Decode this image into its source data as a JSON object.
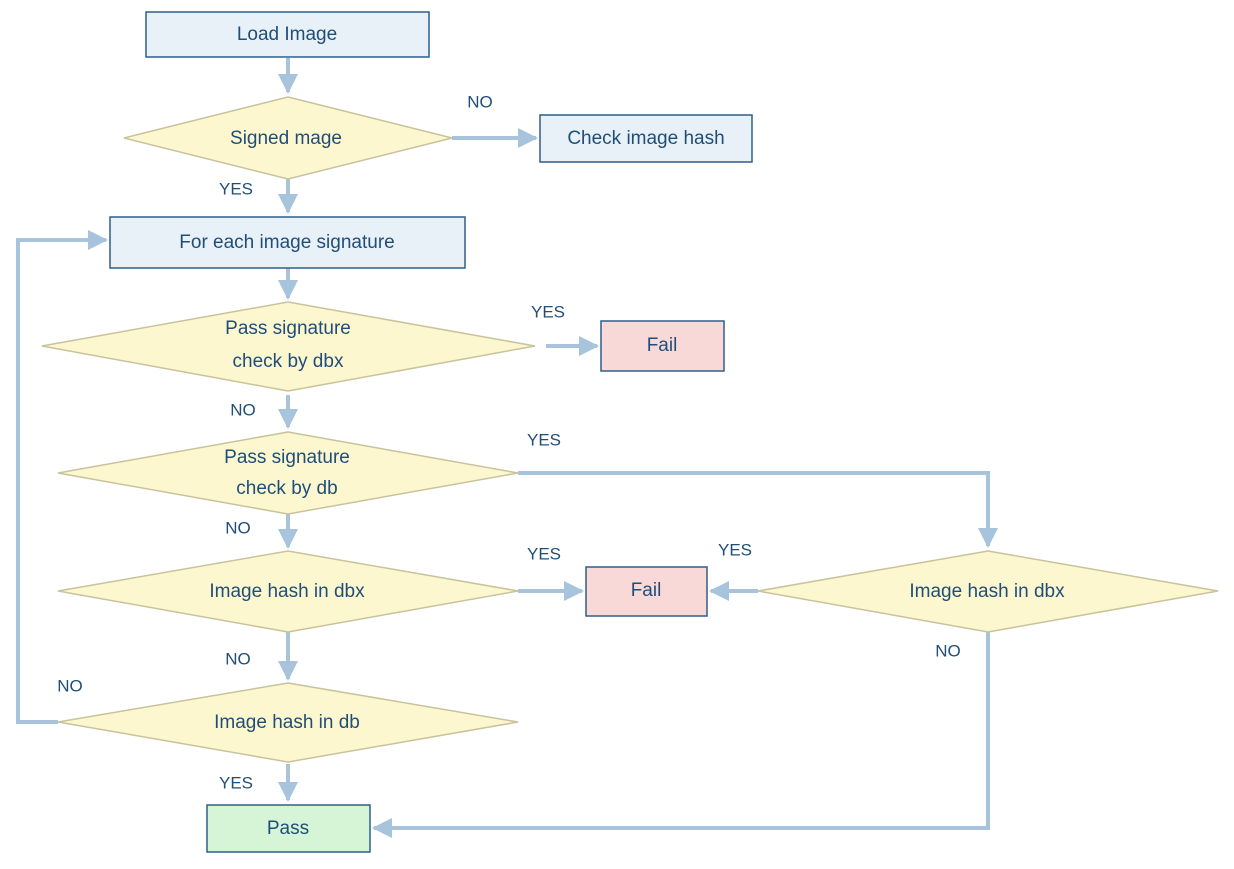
{
  "colors": {
    "process_fill": "#e8f0f8",
    "process_stroke": "#2e5f8a",
    "decision_fill": "#fdf7d0",
    "decision_stroke": "#c8c39a",
    "fail_fill": "#f9d9d8",
    "pass_fill": "#d6f5d6",
    "arrow": "#a7c4dc",
    "text": "#1f4e79"
  },
  "nodes": {
    "load_image": "Load  Image",
    "signed_image": "Signed mage",
    "check_image_hash": "Check image hash",
    "for_each_signature": "For each image signature",
    "pass_dbx_line1": "Pass signature",
    "pass_dbx_line2": "check by dbx",
    "fail_top": "Fail",
    "pass_db_line1": "Pass signature",
    "pass_db_line2": "check by db",
    "hash_dbx_left": "Image hash in dbx",
    "fail_mid": "Fail",
    "hash_dbx_right": "Image hash in dbx",
    "hash_db": "Image hash in db",
    "pass": "Pass"
  },
  "labels": {
    "signed_no": "NO",
    "signed_yes": "YES",
    "dbx_yes": "YES",
    "dbx_no": "NO",
    "db_yes": "YES",
    "db_no": "NO",
    "hash_dbx_left_yes": "YES",
    "hash_dbx_left_no": "NO",
    "hash_dbx_right_yes": "YES",
    "hash_dbx_right_no": "NO",
    "hash_db_no": "NO",
    "hash_db_yes": "YES"
  }
}
